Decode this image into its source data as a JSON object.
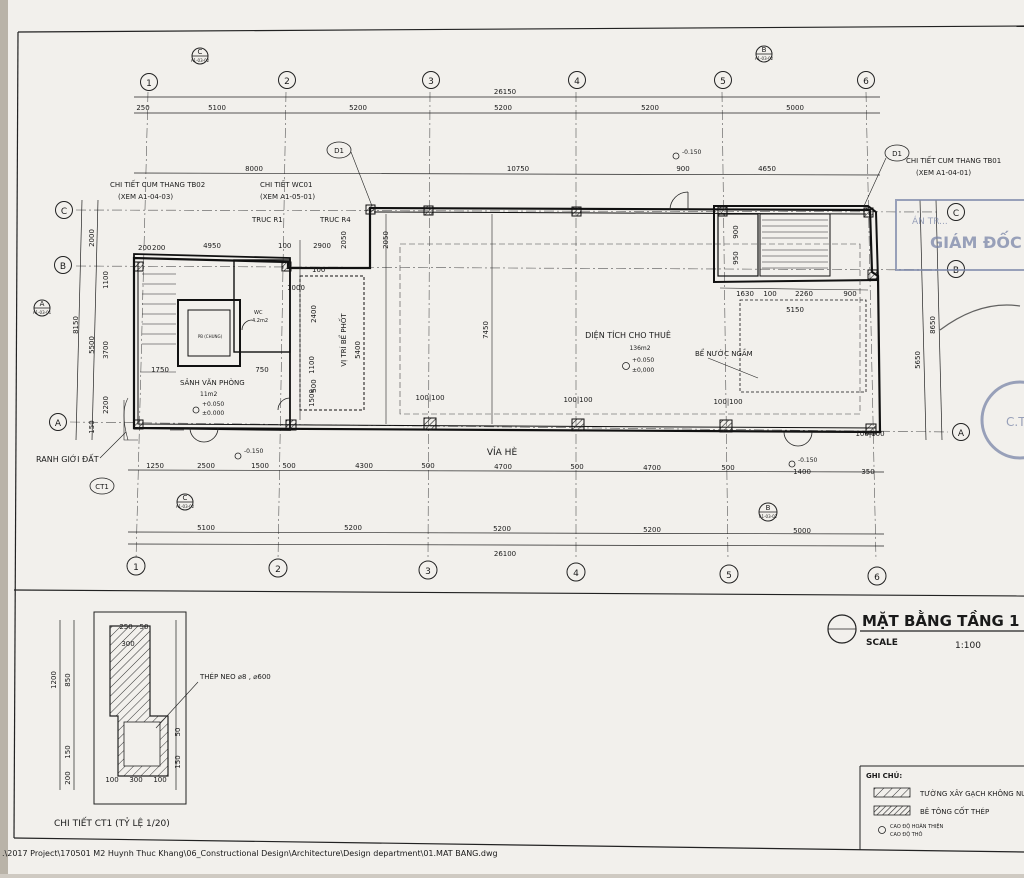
{
  "drawing": {
    "title": "MẶT BẰNG TẦNG 1",
    "scale_label": "SCALE",
    "scale_value": "1:100",
    "file_path": ".\\2017 Project\\170501 M2 Huynh Thuc Khang\\06_Constructional Design\\Architecture\\Design department\\01.MAT BANG.dwg"
  },
  "grid": {
    "columns": [
      "1",
      "2",
      "3",
      "4",
      "5",
      "6"
    ],
    "rows": [
      "C",
      "B",
      "A"
    ]
  },
  "dimensions": {
    "top_overall": "26150",
    "top_bays": [
      "5100",
      "5200",
      "5200",
      "5200",
      "5000"
    ],
    "top_end": "250",
    "top_second": [
      "8000",
      "10750",
      "900",
      "4650"
    ],
    "bottom_overall": "26100",
    "bottom_bays": [
      "5100",
      "5200",
      "5200",
      "5200",
      "5000"
    ],
    "bottom_detail": [
      "1250",
      "2500",
      "1500",
      "500",
      "4300",
      "500",
      "4700",
      "500",
      "4700",
      "500",
      "1400",
      "350"
    ],
    "left": [
      "8150",
      "2000",
      "1100",
      "5500",
      "3700",
      "2200",
      "150"
    ],
    "right": [
      "8650",
      "5650"
    ],
    "interior": [
      "200",
      "200",
      "4950",
      "2900",
      "1000",
      "100",
      "100",
      "2050",
      "5400",
      "2050",
      "7450",
      "1630",
      "100",
      "2260",
      "900",
      "5150",
      "1500",
      "1100",
      "2400",
      "900",
      "950",
      "500",
      "1750",
      "750",
      "100|100",
      "100|100",
      "100|100",
      "100|100"
    ]
  },
  "labels": {
    "d1_left": "D1",
    "d1_right": "D1",
    "detail_tb02": "CHI TIẾT CUM THANG TB02",
    "detail_tb02_ref": "(XEM A1-04-03)",
    "detail_wc01": "CHI TIẾT WC01",
    "detail_wc01_ref": "(XEM A1-05-01)",
    "detail_tb01": "CHI TIẾT CUM THANG TB01",
    "detail_tb01_ref": "(XEM A1-04-01)",
    "truc_r1": "TRUC R1",
    "truc_r4": "TRUC R4",
    "septic": "VỊ TRÍ BỂ PHỐT",
    "rental_area": "DIỆN TÍCH CHO THUÊ",
    "rental_area_size": "136m2",
    "underground_tank": "BỂ NƯỚC NGẦM",
    "office_lobby": "SẢNH VĂN PHÒNG",
    "office_lobby_size": "11m2",
    "wc_label": "WC",
    "wc_size": "4.2m2",
    "elevator": "PB (CHUNG)",
    "sidewalk": "VỈA HÈ",
    "boundary": "RANH GIỚI ĐẤT",
    "ct1_tag": "CT1",
    "level_plus": "+0.050",
    "level_zero": "±0.000",
    "level_zero_alt": "±0,000",
    "level_minus": "-0.150",
    "level_minus_right": "-0.150",
    "section_c": "C",
    "section_b": "B",
    "section_a": "A",
    "section_ref_c": "A1-03-02",
    "section_ref_b": "A1-03-02",
    "section_ref_a": "A1-03-01"
  },
  "detail": {
    "title": "CHI TIẾT CT1 (TỶ LỆ 1/20)",
    "rebar_note": "THÉP NEO ⌀8 , ⌀600",
    "dims": [
      "250",
      "50",
      "300",
      "850",
      "1200",
      "150",
      "200",
      "100",
      "300",
      "100",
      "150",
      "50"
    ]
  },
  "legend": {
    "header": "GHI CHÚ:",
    "items": [
      "TƯỜNG XÂY GẠCH KHÔNG NUN",
      "BÊ TÔNG CỐT THÉP",
      "CAO ĐỘ HOÀN THIỆN",
      "CAO ĐỘ THÔ"
    ]
  },
  "stamp": {
    "text_lines": [
      "GIÁM ĐỐC",
      "ÁN TR..."
    ],
    "circle_text": "C.T"
  },
  "colors": {
    "paper": "#f4f2ee",
    "ink": "#1a1a1a",
    "stamp": "#7a86a8"
  }
}
